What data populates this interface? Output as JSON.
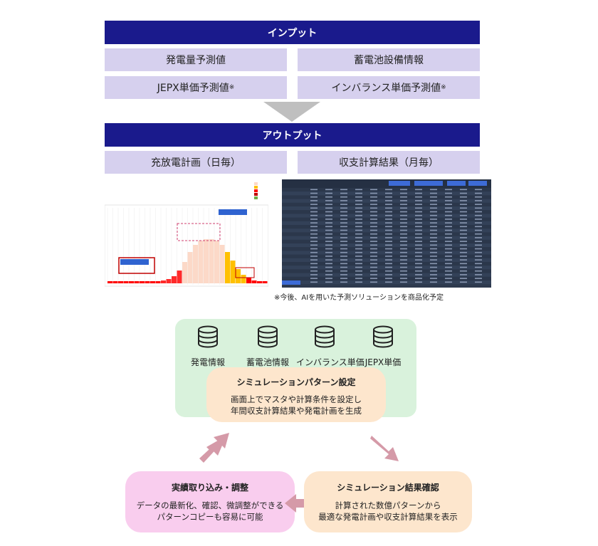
{
  "input": {
    "header": "インプット",
    "items": [
      "発電量予測値",
      "蓄電池設備情報",
      "JEPX単価予測値",
      "インバランス単価予測値"
    ],
    "note_mark": "※"
  },
  "output": {
    "header": "アウトプット",
    "items": [
      "充放電計画（日毎）",
      "収支計算結果（月毎）"
    ]
  },
  "footnote": "※今後、AIを用いた予測ソリューションを商品化予定",
  "colors": {
    "navy": "#1a1a8c",
    "lavender": "#d6d0ee",
    "green": "#d9f2dc",
    "peach": "#fde6cd",
    "pink": "#f9cdee",
    "arrow": "#d59aa8"
  },
  "databases": [
    {
      "label": "発電情報",
      "icon": "database-icon"
    },
    {
      "label": "蓄電池情報",
      "icon": "database-icon"
    },
    {
      "label": "インバランス単価",
      "icon": "database-icon"
    },
    {
      "label": "JEPX単価",
      "icon": "database-icon"
    }
  ],
  "simulation_setting": {
    "title": "シミュレーションパターン設定",
    "line1": "画面上でマスタや計算条件を設定し",
    "line2": "年間収支計算結果や発電計画を生成"
  },
  "result_check": {
    "title": "シミュレーション結果確認",
    "line1": "計算された数億パターンから",
    "line2": "最適な発電計画や収支計算結果を表示"
  },
  "actual_import": {
    "title": "実績取り込み・調整",
    "line1": "データの最新化、確認、微調整ができる",
    "line2": "パターンコピーも容易に可能"
  }
}
